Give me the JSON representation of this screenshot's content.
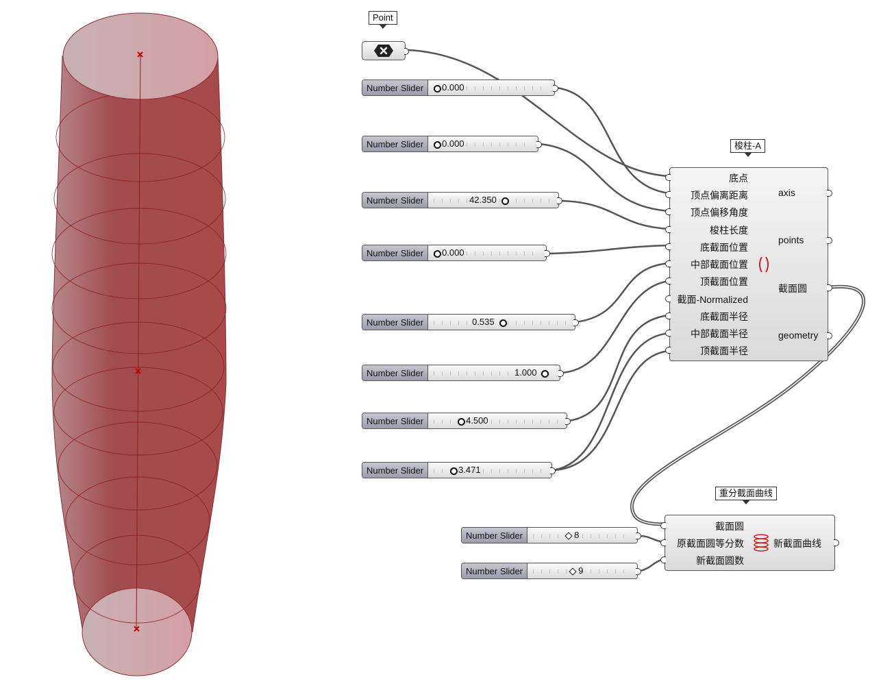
{
  "canvas": {
    "colors": {
      "wire": "#555555",
      "surface": "#a84a4c",
      "cap": "#d4a8ab",
      "marker": "#c80000"
    }
  },
  "point_param": {
    "tag": "Point",
    "icon": "x-hexagon-icon"
  },
  "sliders": [
    {
      "name": "Number Slider",
      "value": "0.000"
    },
    {
      "name": "Number Slider",
      "value": "0.000"
    },
    {
      "name": "Number Slider",
      "value": "42.350"
    },
    {
      "name": "Number Slider",
      "value": "0.000"
    },
    {
      "name": "Number Slider",
      "value": "0.535"
    },
    {
      "name": "Number Slider",
      "value": "1.000"
    },
    {
      "name": "Number Slider",
      "value": "4.500"
    },
    {
      "name": "Number Slider",
      "value": "3.471"
    },
    {
      "name": "Number Slider",
      "value": "8"
    },
    {
      "name": "Number Slider",
      "value": "9"
    }
  ],
  "component_a": {
    "tag": "梭柱-A",
    "inputs": [
      "底点",
      "顶点偏离距离",
      "顶点偏移角度",
      "梭柱长度",
      "底截面位置",
      "中部截面位置",
      "顶截面位置",
      "截面-Normalized",
      "底截面半径",
      "中部截面半径",
      "顶截面半径"
    ],
    "outputs": [
      "axis",
      "points",
      "截面圆",
      "geometry"
    ]
  },
  "component_b": {
    "tag": "重分截面曲线",
    "inputs": [
      "截面圆",
      "原截面圆等分数",
      "新截面圆数"
    ],
    "outputs": [
      "新截面曲线"
    ]
  }
}
